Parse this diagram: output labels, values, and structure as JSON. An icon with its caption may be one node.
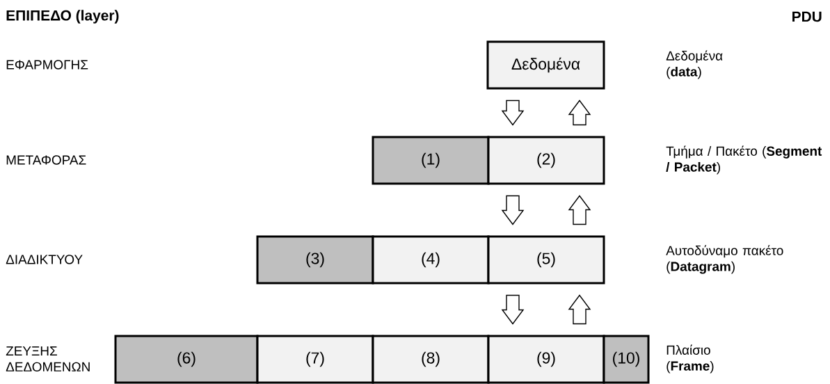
{
  "diagram": {
    "nodes": [
      {
        "text": [
          "Δεδομένα"
        ]
      },
      {
        "text": [
          "(1)"
        ]
      },
      {
        "text": [
          "(2)"
        ]
      },
      {
        "text": [
          "(3)"
        ]
      },
      {
        "text": [
          "(4)"
        ]
      },
      {
        "text": [
          "(5)"
        ]
      },
      {
        "text": [
          "(6)"
        ]
      },
      {
        "text": [
          "(7)"
        ]
      },
      {
        "text": [
          "(8)"
        ]
      },
      {
        "text": [
          "(9)"
        ]
      },
      {
        "text": [
          "(10)"
        ]
      }
    ],
    "edges": [
      {
        "from": 0,
        "to": 2,
        "arrow": "to"
      },
      {
        "from": 2,
        "to": 0,
        "arrow": "to"
      },
      {
        "from": 2,
        "to": 5,
        "arrow": "to"
      },
      {
        "from": 5,
        "to": 2,
        "arrow": "to"
      },
      {
        "from": 5,
        "to": 9,
        "arrow": "to"
      },
      {
        "from": 9,
        "to": 5,
        "arrow": "to"
      }
    ],
    "labels": [
      "ΕΠΙΠΕΔΟ (layer)",
      "PDU",
      "ΕΦΑΡΜΟΓΗΣ",
      "Δεδομένα (**data**)",
      "ΜΕΤΑΦΟΡΑΣ",
      "Τμήμα / Πακέτο (**Segment / Packet**)",
      "ΔΙΑΔΙΚΤΥΟΥ",
      "Αυτοδύναμο πακέτο (**Datagram**)",
      "ΖΕΥΞΗΣ ΔΕΔΟΜΕΝΩΝ",
      "Πλαίσιο (**Frame**)"
    ]
  }
}
